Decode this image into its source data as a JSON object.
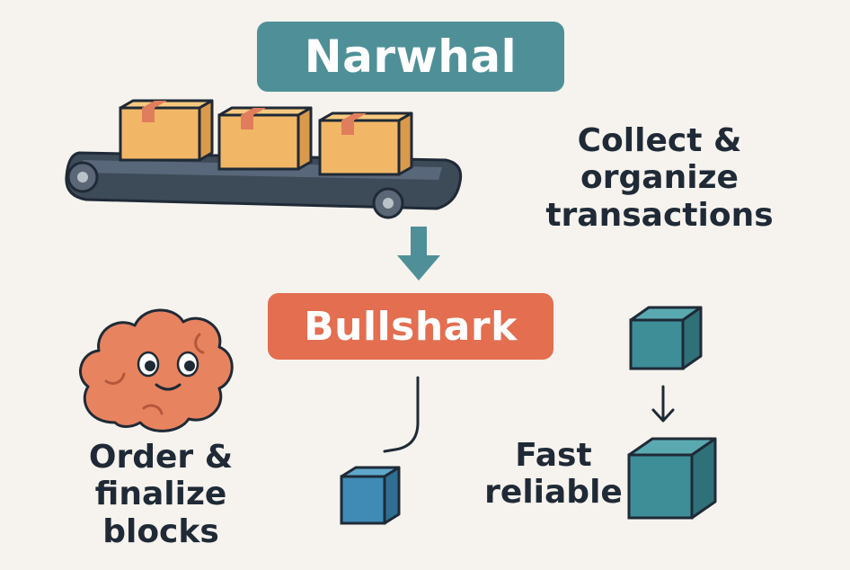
{
  "stages": {
    "narwhal": {
      "title": "Narwhal",
      "color": "#4f9098"
    },
    "bullshark": {
      "title": "Bullshark",
      "color": "#e36e50"
    }
  },
  "captions": {
    "collect": "Collect &\norganize\ntransactions",
    "order": "Order &\nfinalize\nblocks",
    "fast": "Fast\nreliable"
  },
  "icons": {
    "conveyor": "conveyor-belt-with-boxes-icon",
    "flow_arrow": "down-arrow-icon",
    "brain": "brain-icon",
    "small_block": "cube-icon",
    "block_arrow": "small-down-arrow-icon"
  },
  "colors": {
    "background": "#f6f3ee",
    "text": "#1f2a36",
    "box": "#f2b766",
    "cube": "#3e8e98",
    "brain": "#e8835f"
  }
}
